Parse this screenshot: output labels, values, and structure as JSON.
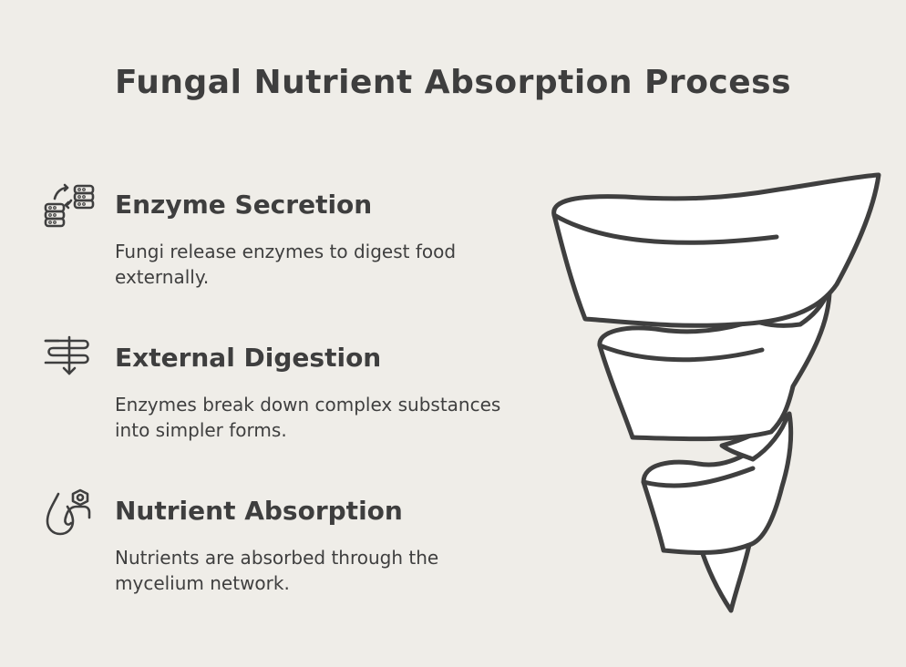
{
  "title": "Fungal Nutrient Absorption Process",
  "steps": [
    {
      "heading": "Enzyme Secretion",
      "description": "Fungi release enzymes to digest food externally.",
      "icon": "enzyme-transfer-icon"
    },
    {
      "heading": "External Digestion",
      "description": "Enzymes break down complex substances into simpler forms.",
      "icon": "digestion-icon"
    },
    {
      "heading": "Nutrient Absorption",
      "description": "Nutrients are absorbed through the mycelium network.",
      "icon": "nutrient-absorption-icon"
    }
  ],
  "illustration": "spiral-funnel-icon",
  "colors": {
    "background": "#efede8",
    "ink": "#3f3f3f",
    "fill": "#ffffff"
  }
}
